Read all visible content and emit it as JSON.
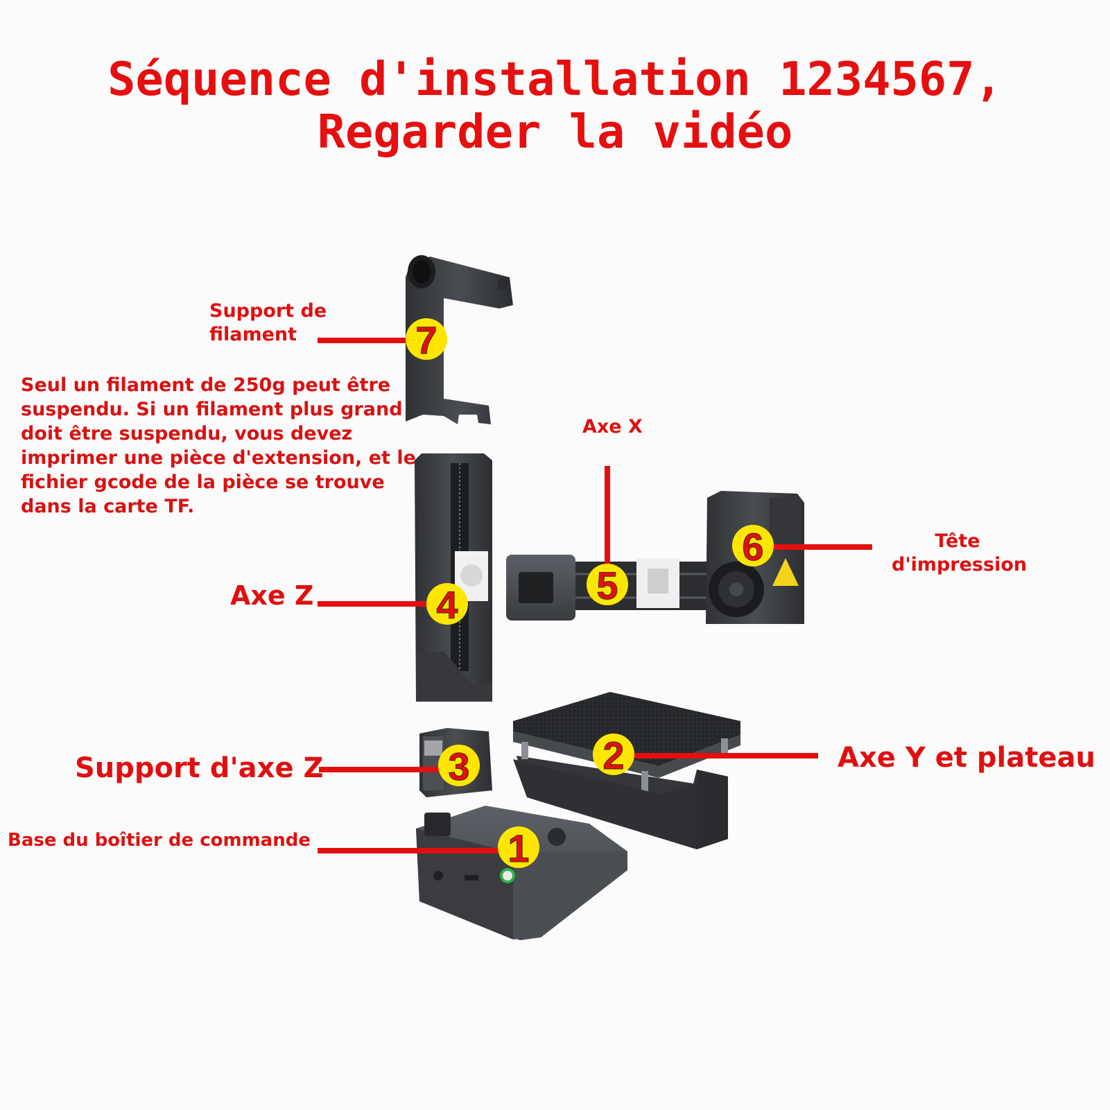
{
  "title": {
    "line1": "Séquence d'installation 1234567,",
    "line2": "Regarder la vidéo"
  },
  "labels": {
    "filament_support": [
      "Support de",
      "filament"
    ],
    "filament_note": "Seul un filament de 250g peut être suspendu. Si un filament plus grand doit être suspendu, vous devez imprimer une pièce d'extension, et le fichier gcode de la pièce se trouve dans la carte TF.",
    "x_axis": "Axe X",
    "z_axis": "Axe Z",
    "print_head": [
      "Tête",
      "d'impression"
    ],
    "z_support": "Support d'axe Z",
    "y_axis_bed": "Axe Y et plateau",
    "control_base": "Base du boîtier de commande"
  },
  "steps": [
    "1",
    "2",
    "3",
    "4",
    "5",
    "6",
    "7"
  ],
  "colors": {
    "accent_red": "#e30f0f",
    "badge_yellow": "#ffe600",
    "part_dark": "#3b3d41",
    "part_mid": "#55585d"
  }
}
